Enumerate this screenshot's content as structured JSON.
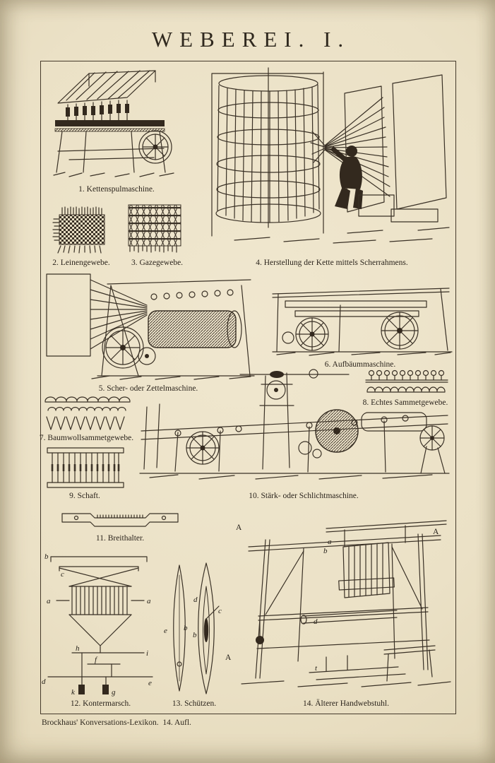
{
  "page": {
    "title": "WEBEREI. I.",
    "footer": "Brockhaus' Konversations-Lexikon.  14. Aufl."
  },
  "colors": {
    "paper": "#ebe1c6",
    "ink": "#3a3126"
  },
  "figures": [
    {
      "id": 1,
      "caption": "1. Kettenspulmaschine."
    },
    {
      "id": 2,
      "caption": "2. Leinengewebe."
    },
    {
      "id": 3,
      "caption": "3. Gazegewebe."
    },
    {
      "id": 4,
      "caption": "4. Herstellung der Kette mittels Scherrahmens."
    },
    {
      "id": 5,
      "caption": "5. Scher- oder Zettelmaschine."
    },
    {
      "id": 6,
      "caption": "6. Aufbäummaschine."
    },
    {
      "id": 7,
      "caption": "7. Baumwollsammetgewebe."
    },
    {
      "id": 8,
      "caption": "8. Echtes Sammetgewebe."
    },
    {
      "id": 9,
      "caption": "9. Schaft."
    },
    {
      "id": 10,
      "caption": "10. Stärk- oder Schlichtmaschine."
    },
    {
      "id": 11,
      "caption": "11. Breithalter."
    },
    {
      "id": 12,
      "caption": "12. Kontermarsch.",
      "labels": [
        "b",
        "c",
        "a",
        "a",
        "h",
        "i",
        "f",
        "d",
        "e",
        "k",
        "g"
      ]
    },
    {
      "id": 13,
      "caption": "13. Schützen.",
      "labels": [
        "d",
        "c",
        "e",
        "b",
        "b"
      ]
    },
    {
      "id": 14,
      "caption": "14. Älterer Handwebstuhl.",
      "labels": [
        "A",
        "A",
        "A",
        "a",
        "b",
        "d",
        "t"
      ]
    }
  ]
}
